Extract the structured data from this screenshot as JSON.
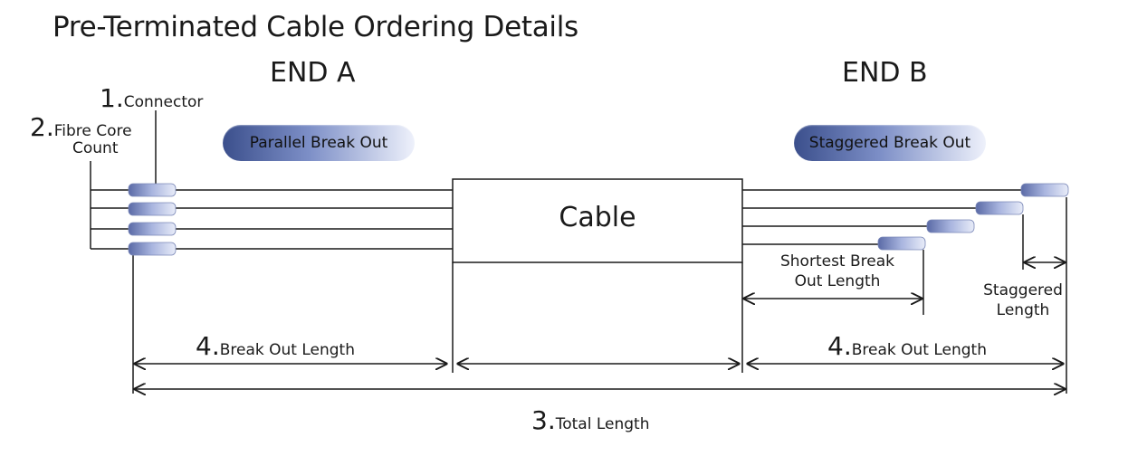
{
  "title": "Pre-Terminated Cable Ordering Details",
  "end_a": {
    "heading": "END A",
    "breakout_type": "Parallel Break Out"
  },
  "end_b": {
    "heading": "END B",
    "breakout_type": "Staggered Break Out"
  },
  "cable_label": "Cable",
  "labels": {
    "connector": {
      "num": "1.",
      "text": "Connector"
    },
    "fibre_core_count": {
      "num": "2.",
      "text_line1": "Fibre Core",
      "text_line2": "Count"
    },
    "total_length": {
      "num": "3.",
      "text": "Total Length"
    },
    "break_out_length_a": {
      "num": "4.",
      "text": "Break Out Length"
    },
    "break_out_length_b": {
      "num": "4.",
      "text": "Break Out Length"
    },
    "shortest_break_out": {
      "line1": "Shortest Break",
      "line2": "Out Length"
    },
    "staggered_length": {
      "line1": "Staggered",
      "line2": "Length"
    }
  },
  "colors": {
    "connector_dark": "#5a6aa6",
    "connector_light": "#e8ecf8",
    "line": "#1a1a1a"
  }
}
